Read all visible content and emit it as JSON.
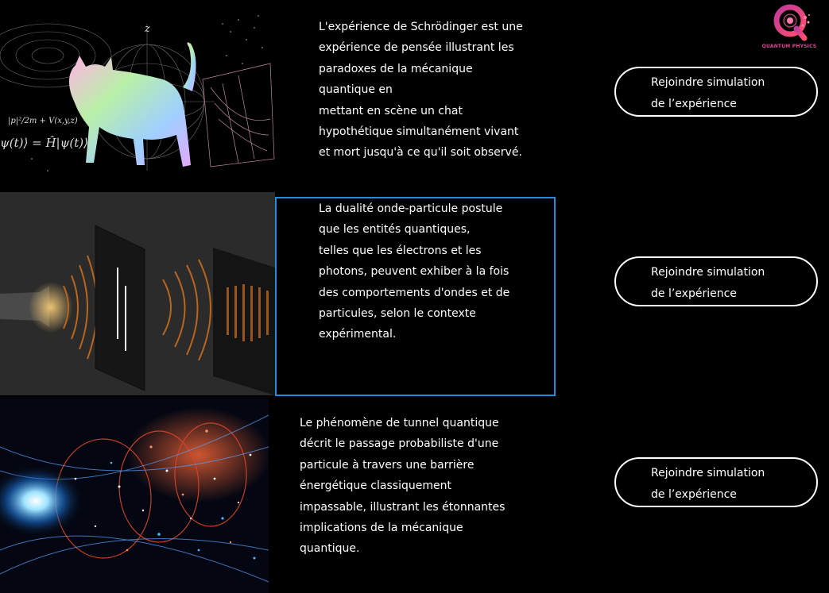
{
  "logo": {
    "text": "QUANTUM PHYSICS",
    "icon": "quantum-q-logo-icon"
  },
  "colors": {
    "background": "#000000",
    "highlight_border": "#1f8ce0",
    "logo_pink": "#e0459a"
  },
  "experiments": [
    {
      "image": "schrodinger-cat-illustration",
      "description": "L'expérience de Schrödinger est une\nexpérience  de pensée illustrant les\nparadoxes de la mécanique\nquantique en\nmettant en scène un chat\nhypothétique simultanément vivant\net mort jusqu'à ce qu'il soit observé.",
      "button_label": "Rejoindre simulation\nde l’expérience"
    },
    {
      "image": "double-slit-experiment-illustration",
      "description": "La dualité onde-particule postule\nque les entités quantiques,\n telles que les électrons et les\nphotons, peuvent exhiber à la fois\ndes comportements d'ondes et de\nparticules, selon le contexte\nexpérimental.",
      "button_label": "Rejoindre simulation\nde l’expérience"
    },
    {
      "image": "quantum-tunnel-illustration",
      "description": "Le phénomène de tunnel quantique\ndécrit le passage probabiliste d'une\nparticule à travers une barrière\nénergétique classiquement\nimpassable, illustrant les étonnantes\nimplications de la mécanique\nquantique.",
      "button_label": "Rejoindre simulation\nde l’expérience"
    }
  ]
}
